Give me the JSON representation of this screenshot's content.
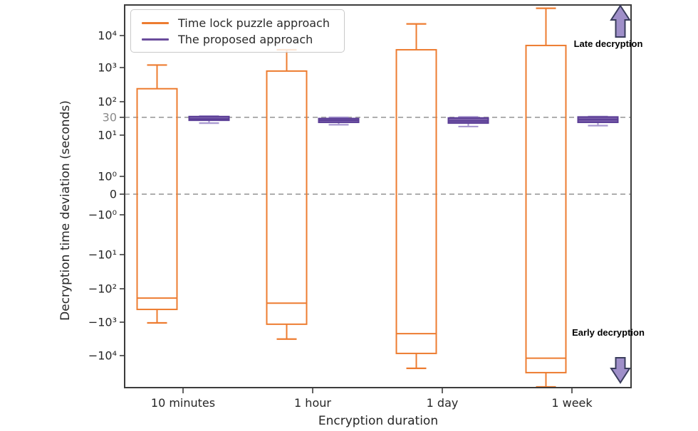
{
  "chart_data": {
    "type": "boxplot",
    "title": "",
    "xlabel": "Encryption duration",
    "ylabel": "Decryption time deviation (seconds)",
    "categories": [
      "10 minutes",
      "1 hour",
      "1 day",
      "1 week"
    ],
    "y_axis": {
      "scale": "symlog",
      "unit": "seconds",
      "range": [
        -100000,
        100000
      ],
      "grid": "off",
      "ticks": [
        {
          "label": "10⁴",
          "value": 10000,
          "muted": false
        },
        {
          "label": "10³",
          "value": 1000,
          "muted": false
        },
        {
          "label": "10²",
          "value": 100,
          "muted": false
        },
        {
          "label": "30",
          "value": 30,
          "muted": true
        },
        {
          "label": "10¹",
          "value": 10,
          "muted": false
        },
        {
          "label": "10⁰",
          "value": 1,
          "muted": false
        },
        {
          "label": "0",
          "value": 0,
          "muted": false
        },
        {
          "label": "−10⁰",
          "value": -1,
          "muted": false
        },
        {
          "label": "−10¹",
          "value": -10,
          "muted": false
        },
        {
          "label": "−10²",
          "value": -100,
          "muted": false
        },
        {
          "label": "−10³",
          "value": -1000,
          "muted": false
        },
        {
          "label": "−10⁴",
          "value": -10000,
          "muted": false
        }
      ],
      "reference_lines": [
        30,
        0
      ],
      "reference_line_color": "#a3a3a3"
    },
    "legend_position": "upper left",
    "series": [
      {
        "name": "Time lock puzzle approach",
        "color": "#ED7C30",
        "box_edge": "#ED7C30",
        "box_fill": "none",
        "whisker_color": "#ED7C30",
        "boxes": [
          {
            "whislo": -1050,
            "q1": -415,
            "med": -190,
            "q3": 240,
            "whishi": 1200
          },
          {
            "whislo": -3200,
            "q1": -1150,
            "med": -270,
            "q3": 790,
            "whishi": 3600
          },
          {
            "whislo": -25000,
            "q1": -8600,
            "med": -2200,
            "q3": 3600,
            "whishi": 24000
          },
          {
            "whislo": -95000,
            "q1": -34000,
            "med": -12000,
            "q3": 4900,
            "whishi": 78000
          }
        ]
      },
      {
        "name": "The proposed approach",
        "color": "#6A4C9C",
        "box_edge": "#5B3E96",
        "box_fill": "#7A5FAA",
        "whisker_color": "#A898D0",
        "boxes": [
          {
            "whislo": 21,
            "q1": 25,
            "med": 27,
            "q3": 32,
            "whishi": 33
          },
          {
            "whislo": 19,
            "q1": 22,
            "med": 25,
            "q3": 28,
            "whishi": 30
          },
          {
            "whislo": 17,
            "q1": 21,
            "med": 24,
            "q3": 29,
            "whishi": 31
          },
          {
            "whislo": 18,
            "q1": 22,
            "med": 26,
            "q3": 31,
            "whishi": 32
          }
        ]
      }
    ],
    "annotations": [
      {
        "text": "Late decryption",
        "arrow": "up",
        "arrow_fill": "#9F8FC9",
        "arrow_edge": "#3A3D5C"
      },
      {
        "text": "Early decryption",
        "arrow": "down",
        "arrow_fill": "#9F8FC9",
        "arrow_edge": "#3A3D5C"
      }
    ]
  }
}
